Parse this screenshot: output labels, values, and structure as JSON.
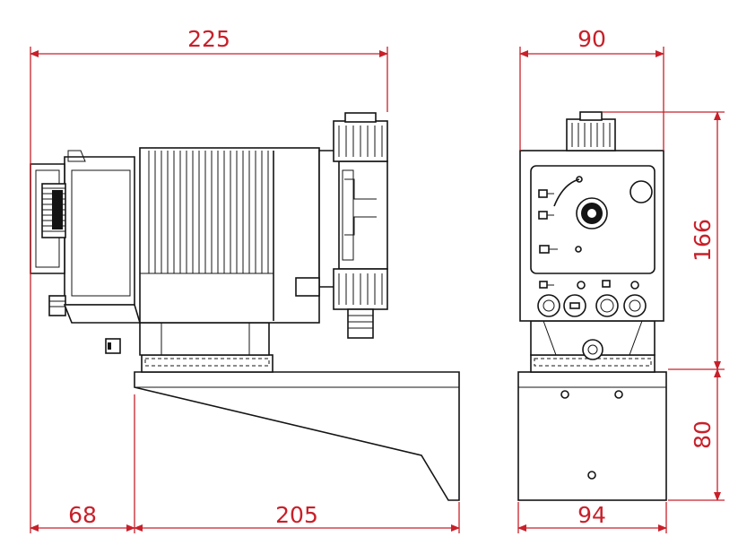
{
  "dimensions": {
    "side_overall_width": "225",
    "base_offset": "68",
    "base_length": "205",
    "front_top_width": "90",
    "front_bottom_width": "94",
    "front_height": "166",
    "base_height": "80"
  },
  "colors": {
    "dimension": "#c8202a",
    "outline": "#141414",
    "background": "#ffffff"
  }
}
